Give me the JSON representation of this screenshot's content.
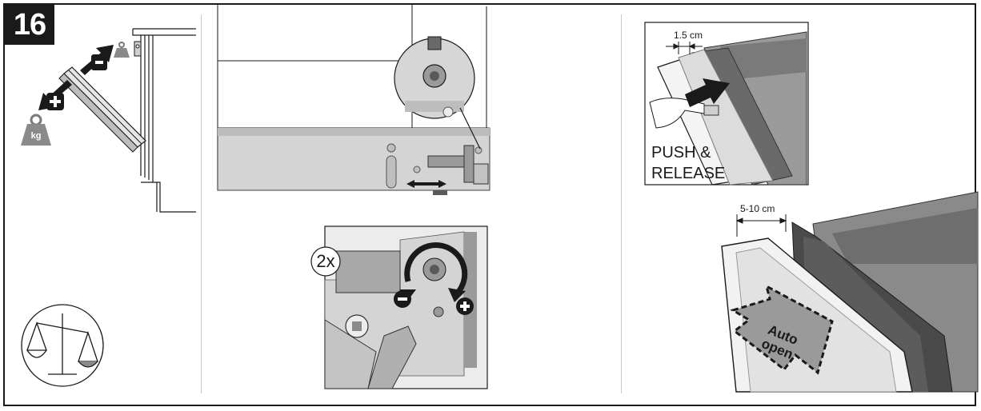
{
  "step": {
    "number": "16"
  },
  "weight_icon": {
    "unit": "kg",
    "minus_symbol": "-",
    "plus_symbol": "+"
  },
  "push_release": {
    "line1": "PUSH &",
    "line2": "RELEASE",
    "gap": "1.5 cm"
  },
  "adjust": {
    "repeat": "2x",
    "minus": "-",
    "plus": "+"
  },
  "auto_open": {
    "gap": "5-10 cm",
    "line1": "Auto",
    "line2": "open"
  },
  "colors": {
    "ink": "#1a1a1a",
    "panel_gray": "#d4d4d4",
    "dark_gray": "#6a6a6a",
    "light_gray": "#ececec"
  },
  "icons": [
    "step-number-badge",
    "balance-scale-icon",
    "weight-kg-icon",
    "arrow-icon",
    "rotate-arrow-icon",
    "hand-icon"
  ]
}
